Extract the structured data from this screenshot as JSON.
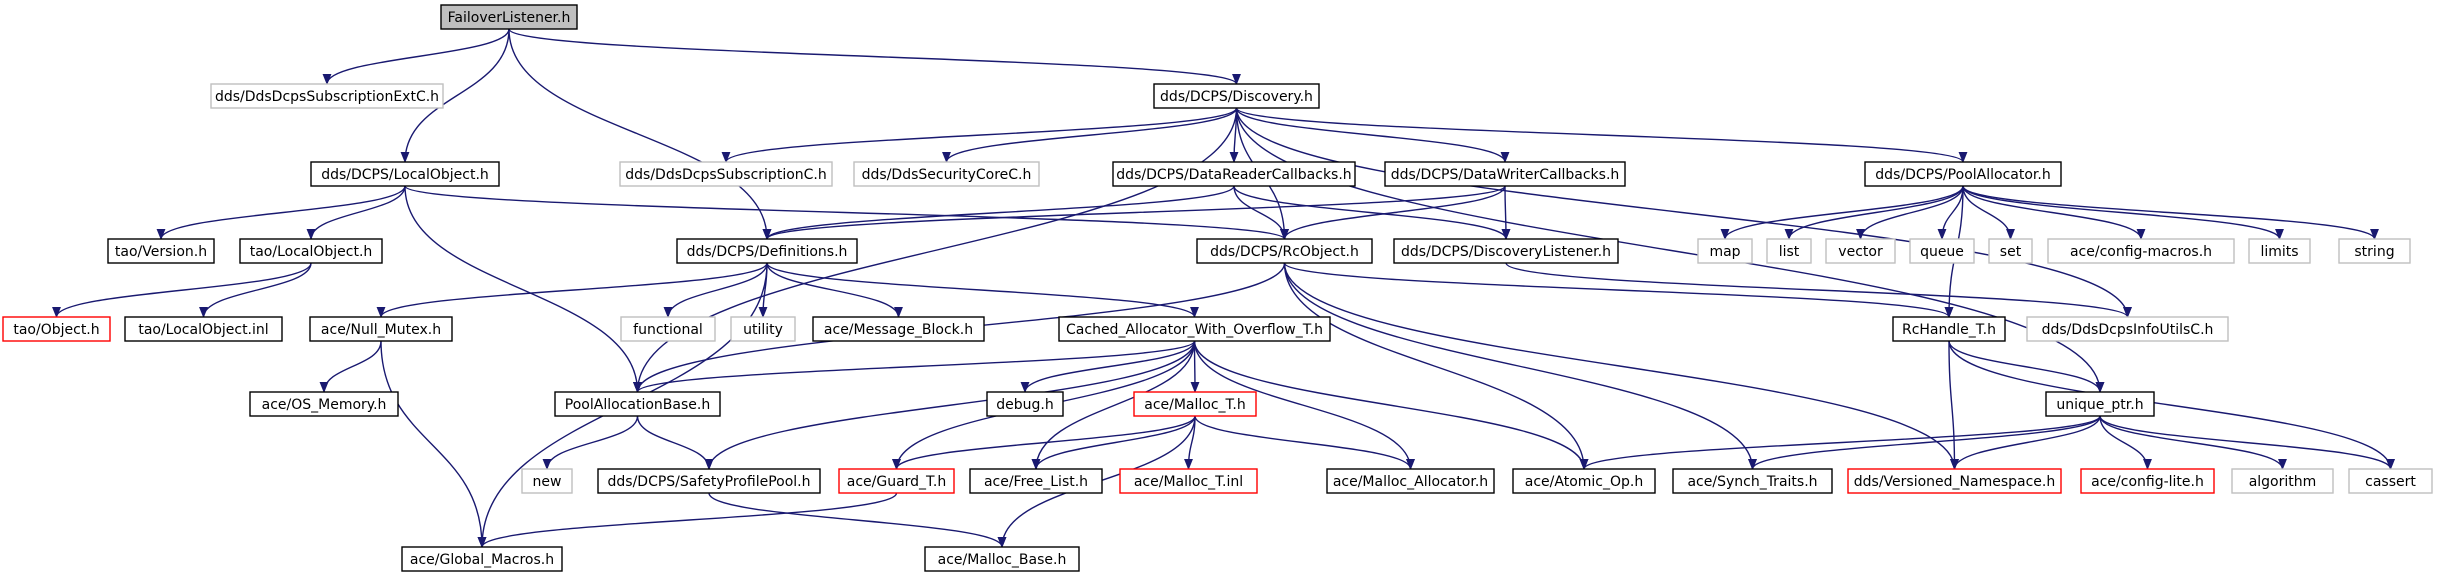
{
  "graph": {
    "colors": {
      "edge": "#191970",
      "node_border_normal": "#000000",
      "node_border_external": "#bfbfbf",
      "node_border_truncated": "#ff0000",
      "root_fill": "#bfbfbf",
      "text": "#000000",
      "external_text": "#7f7f7f"
    },
    "nodes": [
      {
        "id": "n_failover",
        "label": "FailoverListener.h",
        "kind": "root"
      },
      {
        "id": "n_subextc",
        "label": "dds/DdsDcpsSubscriptionExtC.h",
        "kind": "external"
      },
      {
        "id": "n_discovery",
        "label": "dds/DCPS/Discovery.h",
        "kind": "normal"
      },
      {
        "id": "n_localobj",
        "label": "dds/DCPS/LocalObject.h",
        "kind": "normal"
      },
      {
        "id": "n_subc",
        "label": "dds/DdsDcpsSubscriptionC.h",
        "kind": "external"
      },
      {
        "id": "n_seccore",
        "label": "dds/DdsSecurityCoreC.h",
        "kind": "external"
      },
      {
        "id": "n_drcb",
        "label": "dds/DCPS/DataReaderCallbacks.h",
        "kind": "normal"
      },
      {
        "id": "n_dwcb",
        "label": "dds/DCPS/DataWriterCallbacks.h",
        "kind": "normal"
      },
      {
        "id": "n_poolalloc",
        "label": "dds/DCPS/PoolAllocator.h",
        "kind": "normal"
      },
      {
        "id": "n_taover",
        "label": "tao/Version.h",
        "kind": "normal"
      },
      {
        "id": "n_taolo",
        "label": "tao/LocalObject.h",
        "kind": "normal"
      },
      {
        "id": "n_defs",
        "label": "dds/DCPS/Definitions.h",
        "kind": "normal"
      },
      {
        "id": "n_rcobj",
        "label": "dds/DCPS/RcObject.h",
        "kind": "normal"
      },
      {
        "id": "n_disclis",
        "label": "dds/DCPS/DiscoveryListener.h",
        "kind": "normal"
      },
      {
        "id": "n_map",
        "label": "map",
        "kind": "external"
      },
      {
        "id": "n_list",
        "label": "list",
        "kind": "external"
      },
      {
        "id": "n_vector",
        "label": "vector",
        "kind": "external"
      },
      {
        "id": "n_queue",
        "label": "queue",
        "kind": "external"
      },
      {
        "id": "n_set",
        "label": "set",
        "kind": "external"
      },
      {
        "id": "n_cfgmacros",
        "label": "ace/config-macros.h",
        "kind": "external"
      },
      {
        "id": "n_limits",
        "label": "limits",
        "kind": "external"
      },
      {
        "id": "n_string",
        "label": "string",
        "kind": "external"
      },
      {
        "id": "n_taoobj",
        "label": "tao/Object.h",
        "kind": "truncated"
      },
      {
        "id": "n_taoloinl",
        "label": "tao/LocalObject.inl",
        "kind": "normal"
      },
      {
        "id": "n_nullmutex",
        "label": "ace/Null_Mutex.h",
        "kind": "normal"
      },
      {
        "id": "n_functional",
        "label": "functional",
        "kind": "external"
      },
      {
        "id": "n_utility",
        "label": "utility",
        "kind": "external"
      },
      {
        "id": "n_msgblock",
        "label": "ace/Message_Block.h",
        "kind": "normal"
      },
      {
        "id": "n_cached",
        "label": "Cached_Allocator_With_Overflow_T.h",
        "kind": "normal"
      },
      {
        "id": "n_rchandle",
        "label": "RcHandle_T.h",
        "kind": "normal"
      },
      {
        "id": "n_infoutils",
        "label": "dds/DdsDcpsInfoUtilsC.h",
        "kind": "external"
      },
      {
        "id": "n_osmem",
        "label": "ace/OS_Memory.h",
        "kind": "normal"
      },
      {
        "id": "n_poolbase",
        "label": "PoolAllocationBase.h",
        "kind": "normal"
      },
      {
        "id": "n_debug",
        "label": "debug.h",
        "kind": "normal"
      },
      {
        "id": "n_malloct",
        "label": "ace/Malloc_T.h",
        "kind": "truncated"
      },
      {
        "id": "n_uniqueptr",
        "label": "unique_ptr.h",
        "kind": "normal"
      },
      {
        "id": "n_new",
        "label": "new",
        "kind": "external"
      },
      {
        "id": "n_safety",
        "label": "dds/DCPS/SafetyProfilePool.h",
        "kind": "normal"
      },
      {
        "id": "n_guard",
        "label": "ace/Guard_T.h",
        "kind": "truncated"
      },
      {
        "id": "n_freelist",
        "label": "ace/Free_List.h",
        "kind": "normal"
      },
      {
        "id": "n_mallocinl",
        "label": "ace/Malloc_T.inl",
        "kind": "truncated"
      },
      {
        "id": "n_mallocalloc",
        "label": "ace/Malloc_Allocator.h",
        "kind": "normal"
      },
      {
        "id": "n_atomic",
        "label": "ace/Atomic_Op.h",
        "kind": "normal"
      },
      {
        "id": "n_synch",
        "label": "ace/Synch_Traits.h",
        "kind": "normal"
      },
      {
        "id": "n_versioned",
        "label": "dds/Versioned_Namespace.h",
        "kind": "truncated"
      },
      {
        "id": "n_cfglite",
        "label": "ace/config-lite.h",
        "kind": "truncated"
      },
      {
        "id": "n_algorithm",
        "label": "algorithm",
        "kind": "external"
      },
      {
        "id": "n_cassert",
        "label": "cassert",
        "kind": "external"
      },
      {
        "id": "n_globalmacros",
        "label": "ace/Global_Macros.h",
        "kind": "normal"
      },
      {
        "id": "n_mallocbase",
        "label": "ace/Malloc_Base.h",
        "kind": "normal"
      }
    ],
    "edges": [
      [
        "n_failover",
        "n_subextc"
      ],
      [
        "n_failover",
        "n_discovery"
      ],
      [
        "n_failover",
        "n_localobj"
      ],
      [
        "n_failover",
        "n_defs"
      ],
      [
        "n_discovery",
        "n_subc"
      ],
      [
        "n_discovery",
        "n_seccore"
      ],
      [
        "n_discovery",
        "n_drcb"
      ],
      [
        "n_discovery",
        "n_dwcb"
      ],
      [
        "n_discovery",
        "n_poolalloc"
      ],
      [
        "n_discovery",
        "n_rcobj"
      ],
      [
        "n_discovery",
        "n_infoutils"
      ],
      [
        "n_discovery",
        "n_poolbase"
      ],
      [
        "n_discovery",
        "n_uniqueptr"
      ],
      [
        "n_localobj",
        "n_taover"
      ],
      [
        "n_localobj",
        "n_taolo"
      ],
      [
        "n_localobj",
        "n_rcobj"
      ],
      [
        "n_localobj",
        "n_poolbase"
      ],
      [
        "n_taolo",
        "n_taoobj"
      ],
      [
        "n_taolo",
        "n_taoloinl"
      ],
      [
        "n_drcb",
        "n_defs"
      ],
      [
        "n_drcb",
        "n_rcobj"
      ],
      [
        "n_drcb",
        "n_disclis"
      ],
      [
        "n_dwcb",
        "n_defs"
      ],
      [
        "n_dwcb",
        "n_rcobj"
      ],
      [
        "n_dwcb",
        "n_disclis"
      ],
      [
        "n_poolalloc",
        "n_map"
      ],
      [
        "n_poolalloc",
        "n_list"
      ],
      [
        "n_poolalloc",
        "n_vector"
      ],
      [
        "n_poolalloc",
        "n_queue"
      ],
      [
        "n_poolalloc",
        "n_set"
      ],
      [
        "n_poolalloc",
        "n_cfgmacros"
      ],
      [
        "n_poolalloc",
        "n_limits"
      ],
      [
        "n_poolalloc",
        "n_string"
      ],
      [
        "n_poolalloc",
        "n_rchandle"
      ],
      [
        "n_defs",
        "n_nullmutex"
      ],
      [
        "n_defs",
        "n_functional"
      ],
      [
        "n_defs",
        "n_utility"
      ],
      [
        "n_defs",
        "n_msgblock"
      ],
      [
        "n_defs",
        "n_cached"
      ],
      [
        "n_defs",
        "n_globalmacros"
      ],
      [
        "n_rcobj",
        "n_rchandle"
      ],
      [
        "n_rcobj",
        "n_poolbase"
      ],
      [
        "n_rcobj",
        "n_atomic"
      ],
      [
        "n_rcobj",
        "n_synch"
      ],
      [
        "n_rcobj",
        "n_versioned"
      ],
      [
        "n_disclis",
        "n_infoutils"
      ],
      [
        "n_nullmutex",
        "n_osmem"
      ],
      [
        "n_nullmutex",
        "n_globalmacros"
      ],
      [
        "n_cached",
        "n_poolbase"
      ],
      [
        "n_cached",
        "n_debug"
      ],
      [
        "n_cached",
        "n_malloct"
      ],
      [
        "n_cached",
        "n_safety"
      ],
      [
        "n_cached",
        "n_guard"
      ],
      [
        "n_cached",
        "n_freelist"
      ],
      [
        "n_cached",
        "n_mallocalloc"
      ],
      [
        "n_cached",
        "n_atomic"
      ],
      [
        "n_rchandle",
        "n_uniqueptr"
      ],
      [
        "n_rchandle",
        "n_versioned"
      ],
      [
        "n_rchandle",
        "n_cassert"
      ],
      [
        "n_poolbase",
        "n_new"
      ],
      [
        "n_poolbase",
        "n_safety"
      ],
      [
        "n_malloct",
        "n_guard"
      ],
      [
        "n_malloct",
        "n_freelist"
      ],
      [
        "n_malloct",
        "n_mallocinl"
      ],
      [
        "n_malloct",
        "n_mallocalloc"
      ],
      [
        "n_malloct",
        "n_mallocbase"
      ],
      [
        "n_uniqueptr",
        "n_atomic"
      ],
      [
        "n_uniqueptr",
        "n_synch"
      ],
      [
        "n_uniqueptr",
        "n_versioned"
      ],
      [
        "n_uniqueptr",
        "n_cfglite"
      ],
      [
        "n_uniqueptr",
        "n_algorithm"
      ],
      [
        "n_uniqueptr",
        "n_cassert"
      ],
      [
        "n_safety",
        "n_mallocbase"
      ],
      [
        "n_guard",
        "n_globalmacros"
      ]
    ]
  }
}
